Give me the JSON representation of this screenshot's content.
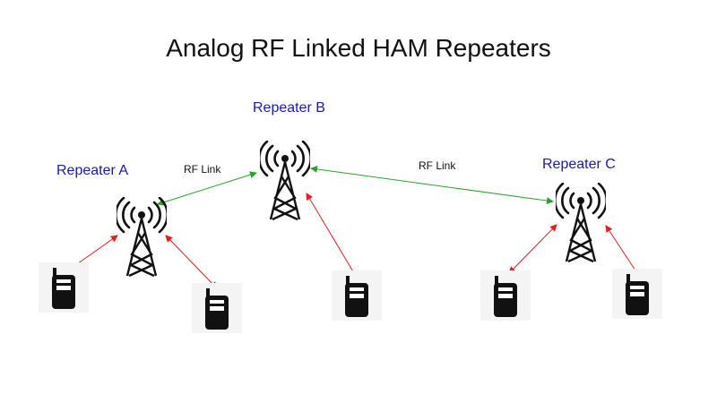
{
  "title": "Analog RF Linked HAM Repeaters",
  "repeaters": [
    {
      "label": "Repeater A"
    },
    {
      "label": "Repeater B"
    },
    {
      "label": "Repeater C"
    }
  ],
  "links": [
    {
      "label": "RF Link"
    },
    {
      "label": "RF Link"
    }
  ],
  "colors": {
    "repeater_label": "#1a1aaa",
    "rf_link_arrow": "#2ca02c",
    "radio_arrow": "#e02020",
    "icon": "#111111"
  }
}
